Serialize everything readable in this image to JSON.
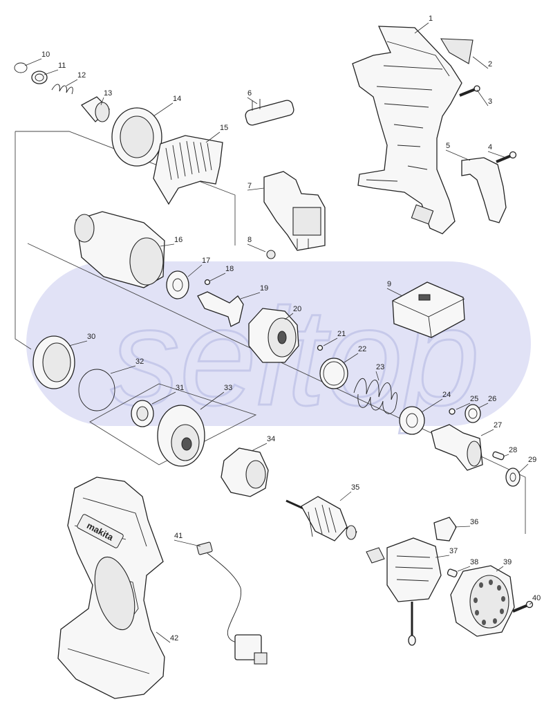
{
  "diagram": {
    "watermark": "seltop",
    "brand_marking": "makita",
    "colors": {
      "line": "#222222",
      "watermark": "#c9cbef",
      "background": "#ffffff"
    },
    "parts": [
      {
        "n": "1"
      },
      {
        "n": "2"
      },
      {
        "n": "3"
      },
      {
        "n": "4"
      },
      {
        "n": "5"
      },
      {
        "n": "6"
      },
      {
        "n": "7"
      },
      {
        "n": "8"
      },
      {
        "n": "9"
      },
      {
        "n": "10"
      },
      {
        "n": "11"
      },
      {
        "n": "12"
      },
      {
        "n": "13"
      },
      {
        "n": "14"
      },
      {
        "n": "15"
      },
      {
        "n": "16"
      },
      {
        "n": "17"
      },
      {
        "n": "18"
      },
      {
        "n": "19"
      },
      {
        "n": "20"
      },
      {
        "n": "21"
      },
      {
        "n": "22"
      },
      {
        "n": "23"
      },
      {
        "n": "24"
      },
      {
        "n": "25"
      },
      {
        "n": "26"
      },
      {
        "n": "27"
      },
      {
        "n": "28"
      },
      {
        "n": "29"
      },
      {
        "n": "30"
      },
      {
        "n": "31"
      },
      {
        "n": "32"
      },
      {
        "n": "33"
      },
      {
        "n": "34"
      },
      {
        "n": "35"
      },
      {
        "n": "36"
      },
      {
        "n": "37"
      },
      {
        "n": "38"
      },
      {
        "n": "39"
      },
      {
        "n": "40"
      },
      {
        "n": "41"
      },
      {
        "n": "42"
      }
    ]
  }
}
